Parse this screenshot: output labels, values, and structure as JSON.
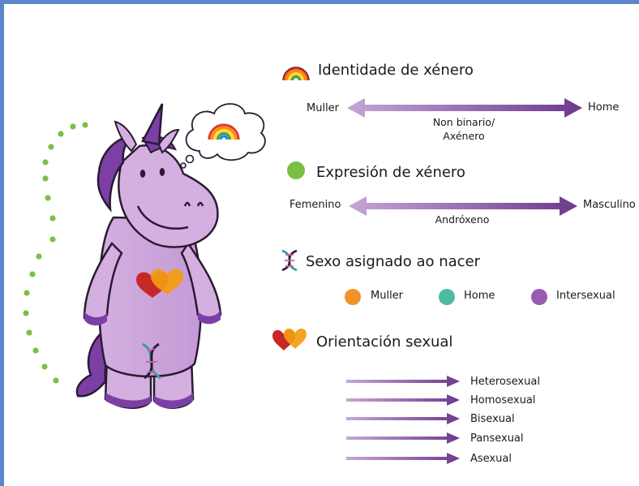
{
  "gender_identity": {
    "title": "Identidade de xénero",
    "icon": "rainbow-icon",
    "left": "Muller",
    "right": "Home",
    "middle_line1": "Non binario/",
    "middle_line2": "Axénero"
  },
  "gender_expression": {
    "title": "Expresión de xénero",
    "icon": "green-circle-icon",
    "left": "Femenino",
    "right": "Masculino",
    "middle": "Andróxeno"
  },
  "assigned_sex": {
    "title": "Sexo asignado ao nacer",
    "icon": "dna-icon",
    "options": [
      {
        "label": "Muller",
        "color": "#f0932b"
      },
      {
        "label": "Home",
        "color": "#4fb9a4"
      },
      {
        "label": "Intersexual",
        "color": "#9b59b6"
      }
    ]
  },
  "orientation": {
    "title": "Orientación sexual",
    "icon": "hearts-icon",
    "items": [
      "Heterosexual",
      "Homosexual",
      "Bisexual",
      "Pansexual",
      "Asexual"
    ]
  },
  "colors": {
    "arrow_light": "#c6a6d8",
    "arrow_dark": "#6b3a8e",
    "unicorn_body": "#d3b0e0",
    "unicorn_dark": "#7b3fa6",
    "dots": "#7ac143",
    "frame": "#5b86c9"
  }
}
